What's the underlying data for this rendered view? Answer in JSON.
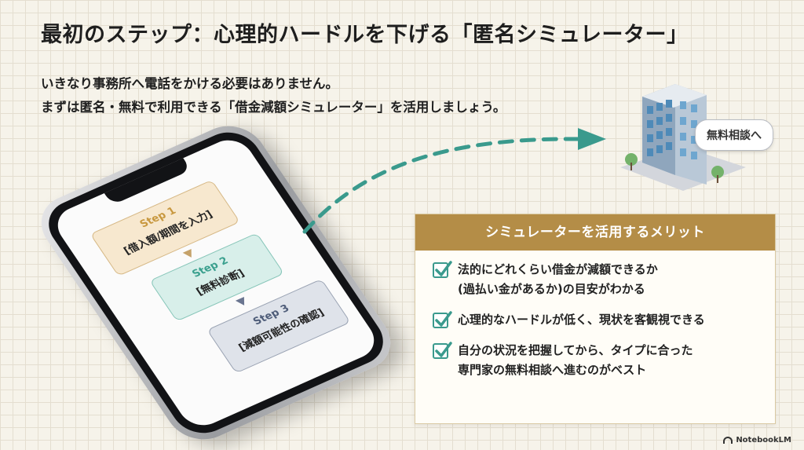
{
  "title": "最初のステップ：心理的ハードルを下げる「匿名シミュレーター」",
  "intro": [
    "いきなり事務所へ電話をかける必要はありません。",
    "まずは匿名・無料で利用できる「借金減額シミュレーター」を活用しましょう。"
  ],
  "steps": [
    {
      "label": "Step 1",
      "text": "[借入額/期間を入力]"
    },
    {
      "label": "Step 2",
      "text": "[無料診断]"
    },
    {
      "label": "Step 3",
      "text": "[減額可能性の確認]"
    }
  ],
  "consult_badge": "無料相談へ",
  "merits": {
    "heading": "シミュレーターを活用するメリット",
    "items": [
      {
        "lines": [
          "法的にどれくらい借金が減額できるか",
          "(過払い金があるか)の目安がわかる"
        ]
      },
      {
        "lines": [
          "心理的なハードルが低く、現状を客観視できる"
        ]
      },
      {
        "lines": [
          "自分の状況を把握してから、タイプに合った",
          "専門家の無料相談へ進むのがベスト"
        ]
      }
    ]
  },
  "brand": "NotebookLM",
  "colors": {
    "teal": "#3a9a8d",
    "gold": "#b48d47",
    "background": "#f6f3ea"
  }
}
